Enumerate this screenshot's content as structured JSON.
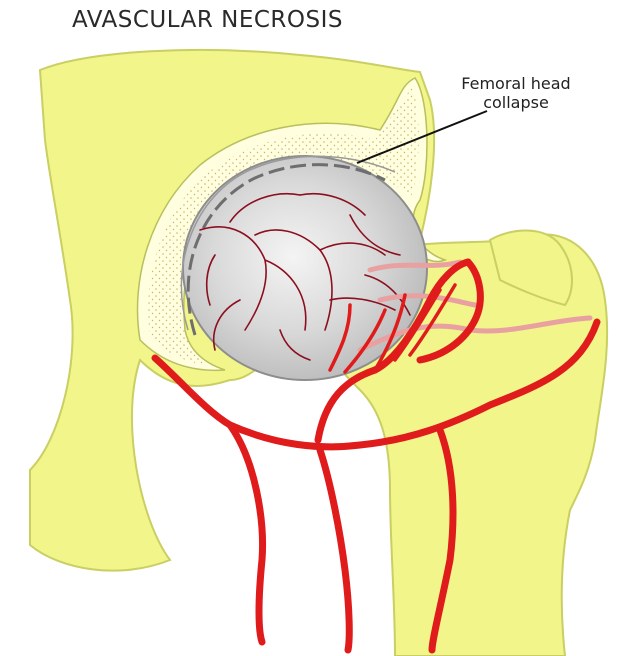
{
  "title": "AVASCULAR NECROSIS",
  "callout": {
    "line1": "Femoral head",
    "line2": "collapse"
  },
  "colors": {
    "bone": "#f2f58a",
    "bone_edge": "#c9cf62",
    "cartilage": "#ffffe0",
    "femoral_head": "#d8d8d8",
    "vessel": "#e01b1b",
    "vessel_dark": "#8b0f1f",
    "vessel_faded": "#e8a0a0"
  }
}
